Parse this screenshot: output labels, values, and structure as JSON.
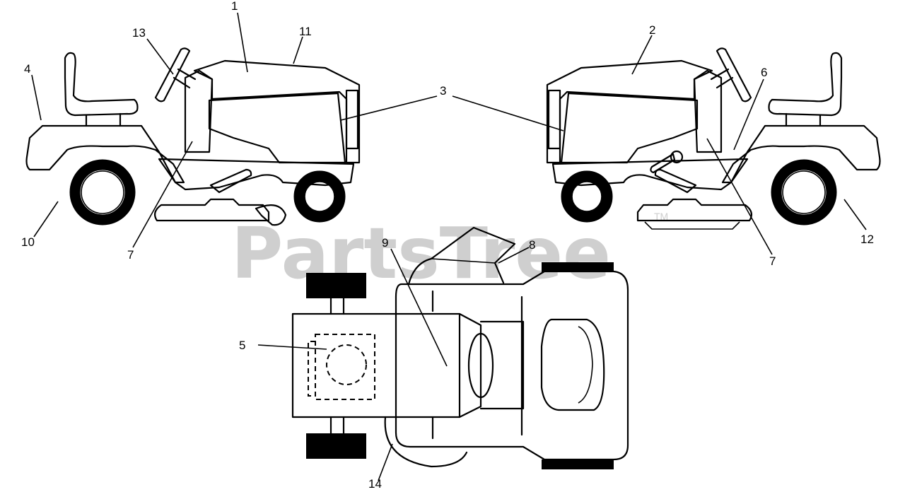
{
  "watermark": {
    "text": "PartsTree",
    "trademark": "TM"
  },
  "callouts": [
    {
      "id": "1",
      "text": "1"
    },
    {
      "id": "2",
      "text": "2"
    },
    {
      "id": "3",
      "text": "3"
    },
    {
      "id": "4",
      "text": "4"
    },
    {
      "id": "5",
      "text": "5"
    },
    {
      "id": "6",
      "text": "6"
    },
    {
      "id": "7a",
      "text": "7"
    },
    {
      "id": "7b",
      "text": "7"
    },
    {
      "id": "8",
      "text": "8"
    },
    {
      "id": "9",
      "text": "9"
    },
    {
      "id": "10",
      "text": "10"
    },
    {
      "id": "11",
      "text": "11"
    },
    {
      "id": "12",
      "text": "12"
    },
    {
      "id": "13",
      "text": "13"
    },
    {
      "id": "14",
      "text": "14"
    }
  ]
}
